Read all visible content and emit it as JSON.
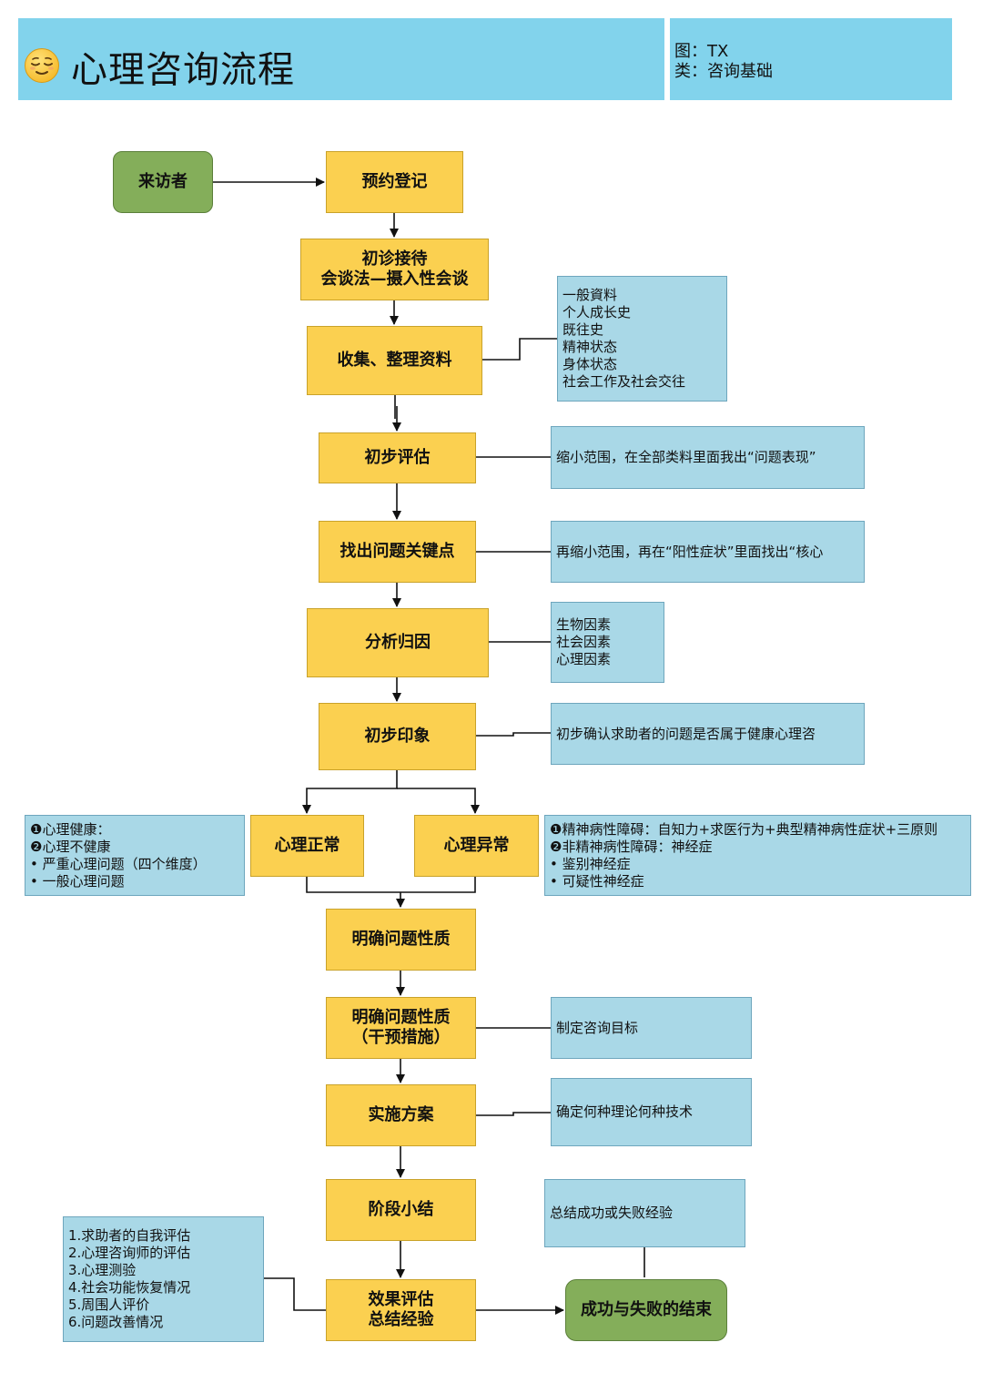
{
  "header": {
    "emoji": "😌",
    "title": "心理咨询流程",
    "meta_line1": "图：TX",
    "meta_line2": "类：咨询基础"
  },
  "colors": {
    "header_bg": "#82d3ec",
    "step_fill": "#fbd050",
    "start_fill": "#84ae5a",
    "note_fill": "#a9d8e7"
  },
  "nodes": {
    "visitor": "来访者",
    "appointment": "预约登记",
    "first_visit": [
      "初诊接待",
      "会谈法—摄入性会谈"
    ],
    "collect": "收集、整理资料",
    "initial_assessment": "初步评估",
    "key_points": "找出问题关键点",
    "attribution": "分析归因",
    "initial_impression": "初步印象",
    "normal": "心理正常",
    "abnormal": "心理异常",
    "clarify_nature": "明确问题性质",
    "intervention": [
      "明确问题性质",
      "（干预措施）"
    ],
    "implement": "实施方案",
    "stage_summary": "阶段小结",
    "evaluation": [
      "效果评估",
      "总结经验"
    ],
    "end": "成功与失败的结束"
  },
  "notes": {
    "collect_items": [
      "一般資料",
      "个人成长史",
      "既往史",
      "精神状态",
      "身体状态",
      "社会工作及社会交往"
    ],
    "assessment_note": "缩小范围，在全部类料里面我出“问题表现”",
    "key_note": "再缩小范围，再在“阳性症状”里面找出“核心",
    "attribution_items": [
      "生物因素",
      "社会因素",
      "心理因素"
    ],
    "impression_note": "初步确认求助者的问题是否属于健康心理咨",
    "normal_items": [
      "❶心理健康：",
      "❷心理不健康",
      "• 严重心理问题（四个维度）",
      "• 一般心理问题"
    ],
    "abnormal_items": [
      "❶精神病性障碍：自知力+求医行为+典型精神病性症状+三原则",
      "❷非精神病性障碍：神经症",
      "• 鉴别神经症",
      "• 可疑性神经症"
    ],
    "goal_note": "制定咨询目标",
    "technique_note": "确定何种理论何种技术",
    "summary_note": "总结成功或失败经验",
    "evaluation_items": [
      "1.求助者的自我评估",
      "2.心理咨询师的评估",
      "3.心理测验",
      "4.社会功能恢复情况",
      "5.周围人评价",
      "6.问题改善情况"
    ]
  }
}
